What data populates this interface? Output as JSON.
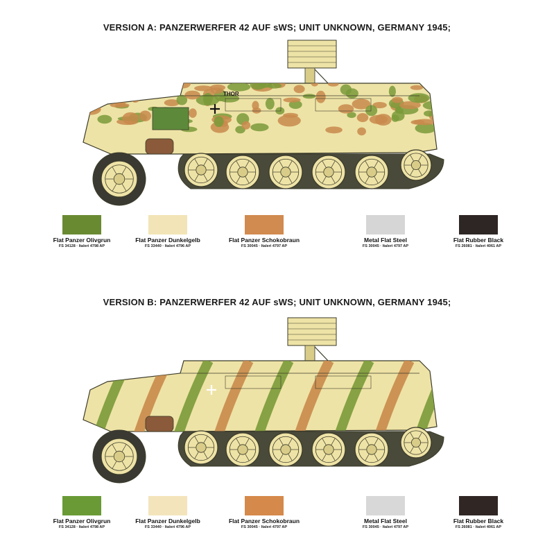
{
  "versions": [
    {
      "title": "VERSION  A: PANZERWERFER 42 AUF sWS; UNIT UNKNOWN, GERMANY 1945;",
      "vehicle_name_marking": "THOR",
      "camo_style": "mottled",
      "swatches": [
        {
          "name": "Flat Panzer Olivgrun",
          "code": "FS 34128 · Italeri 4798 AP",
          "color": "#6a8a32"
        },
        {
          "name": "Flat Panzer Dunkelgelb",
          "code": "FS 33440 · Italeri 4796 AP",
          "color": "#f2e4b6"
        },
        {
          "name": "Flat Panzer Schokobraun",
          "code": "FS 30045 · Italeri 4797 AP",
          "color": "#d18a4f"
        },
        {
          "name": "Metal Flat Steel",
          "code": "FS 30045 · Italeri 4797 AP",
          "color": "#d6d6d6"
        },
        {
          "name": "Flat Rubber Black",
          "code": "FS 26081 · Italeri 4061 AP",
          "color": "#2e2624"
        }
      ]
    },
    {
      "title": "VERSION  B: PANZERWERFER 42 AUF sWS; UNIT UNKNOWN, GERMANY 1945;",
      "vehicle_name_marking": "",
      "camo_style": "stripes",
      "swatches": [
        {
          "name": "Flat Panzer Olivgrun",
          "code": "FS 34128 · Italeri 4798 AP",
          "color": "#6a9a36"
        },
        {
          "name": "Flat Panzer Dunkelgelb",
          "code": "FS 33440 · Italeri 4796 AP",
          "color": "#f4e4bc"
        },
        {
          "name": "Flat Panzer Schokobraun",
          "code": "FS 30045 · Italeri 4797 AP",
          "color": "#d5894a"
        },
        {
          "name": "Metal Flat Steel",
          "code": "FS 30045 · Italeri 4797 AP",
          "color": "#d8d8d8"
        },
        {
          "name": "Flat Rubber Black",
          "code": "FS 26081 · Italeri 4061 AP",
          "color": "#302725"
        }
      ]
    }
  ],
  "colors": {
    "sand": "#eee3a6",
    "sand_dark": "#d8cc88",
    "olive": "#7a9a3a",
    "brown": "#c88a4c",
    "track": "#4a4a3a",
    "outline": "#3a3a2a",
    "green_box": "#5d8a3a"
  }
}
